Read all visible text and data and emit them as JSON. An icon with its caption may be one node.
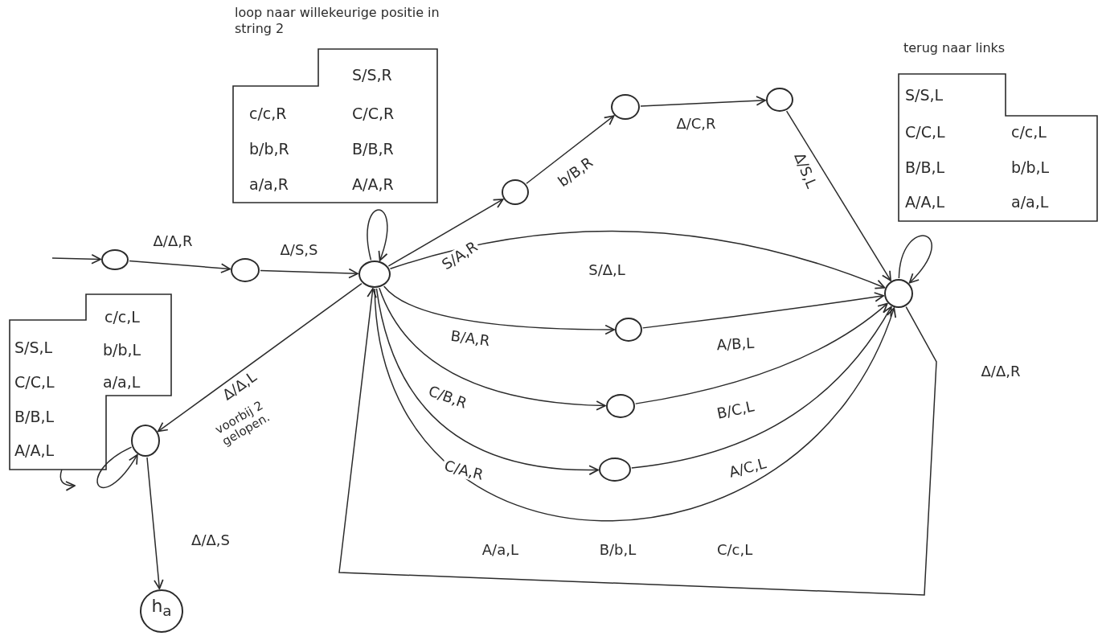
{
  "diagram": {
    "nodes": [
      {
        "text": [
          "loop naar willekeurige positie in string 2",
          "S/S,R",
          "c/c,R",
          "C/C,R",
          "b/b,R",
          "B/B,R",
          "a/a,R",
          "A/A,R"
        ]
      },
      {
        "text": [
          "terug naar links",
          "S/S,L",
          "C/C,L",
          "c/c,L",
          "B/B,L",
          "b/b,L",
          "A/A,L",
          "a/a,L"
        ]
      },
      {
        "text": [],
        "shape": "circle"
      },
      {
        "text": [],
        "shape": "circle"
      },
      {
        "text": [],
        "shape": "circle"
      },
      {
        "text": [],
        "shape": "circle"
      },
      {
        "text": [],
        "shape": "circle"
      },
      {
        "text": [],
        "shape": "circle"
      },
      {
        "text": [],
        "shape": "circle"
      },
      {
        "text": [],
        "shape": "circle"
      },
      {
        "text": [],
        "shape": "circle"
      },
      {
        "text": [],
        "shape": "circle"
      },
      {
        "text": [
          "c/c,L",
          "S/S,L",
          "b/b,L",
          "C/C,L",
          "a/a,L",
          "B/B,L",
          "A/A,L"
        ]
      },
      {
        "text": [],
        "shape": "circle"
      },
      {
        "text": [
          "h$_{a}$"
        ]
      }
    ],
    "edges": [
      {
        "from": null,
        "to": 2,
        "arrow": "to"
      },
      {
        "from": 2,
        "to": 3,
        "arrow": "to",
        "label": "Δ/Δ,R"
      },
      {
        "from": 3,
        "to": 4,
        "arrow": "to",
        "label": "Δ/S,S"
      },
      {
        "from": 4,
        "to": 4,
        "arrow": "to"
      },
      {
        "from": 4,
        "to": 5,
        "arrow": "to",
        "label": "S/A,R"
      },
      {
        "from": 5,
        "to": 6,
        "arrow": "to",
        "label": "b/B,R"
      },
      {
        "from": 6,
        "to": 7,
        "arrow": "to",
        "label": "Δ/C,R"
      },
      {
        "from": 7,
        "to": 8,
        "arrow": "to",
        "label": "Δ/S,L"
      },
      {
        "from": 4,
        "to": 8,
        "arrow": "to",
        "label": "S/Δ,L"
      },
      {
        "from": 4,
        "to": 9,
        "arrow": "to",
        "label": "B/A,R"
      },
      {
        "from": 9,
        "to": 8,
        "arrow": "to",
        "label": "A/B,L"
      },
      {
        "from": 4,
        "to": 10,
        "arrow": "to",
        "label": "C/B,R"
      },
      {
        "from": 10,
        "to": 8,
        "arrow": "to",
        "label": "B/C,L"
      },
      {
        "from": 4,
        "to": 11,
        "arrow": "to",
        "label": "C/A,R"
      },
      {
        "from": 11,
        "to": 8,
        "arrow": "to",
        "label": "A/C,L"
      },
      {
        "from": 4,
        "to": 8,
        "arrow": "to",
        "label": "A/a,L B/b,L C/c,L"
      },
      {
        "from": 8,
        "to": 4,
        "arrow": "to",
        "label": "Δ/Δ,R"
      },
      {
        "from": 4,
        "to": 13,
        "arrow": "to",
        "label": "Δ/Δ,L"
      },
      {
        "from": 13,
        "to": 13,
        "arrow": "to"
      },
      {
        "from": 13,
        "to": 14,
        "arrow": "to",
        "label": "Δ/Δ,S"
      },
      {
        "from": 12,
        "to": null,
        "arrow": "to"
      },
      {
        "from": 8,
        "to": 8,
        "arrow": "to"
      }
    ],
    "labels": [
      "voorbij 2 gelopen."
    ]
  }
}
